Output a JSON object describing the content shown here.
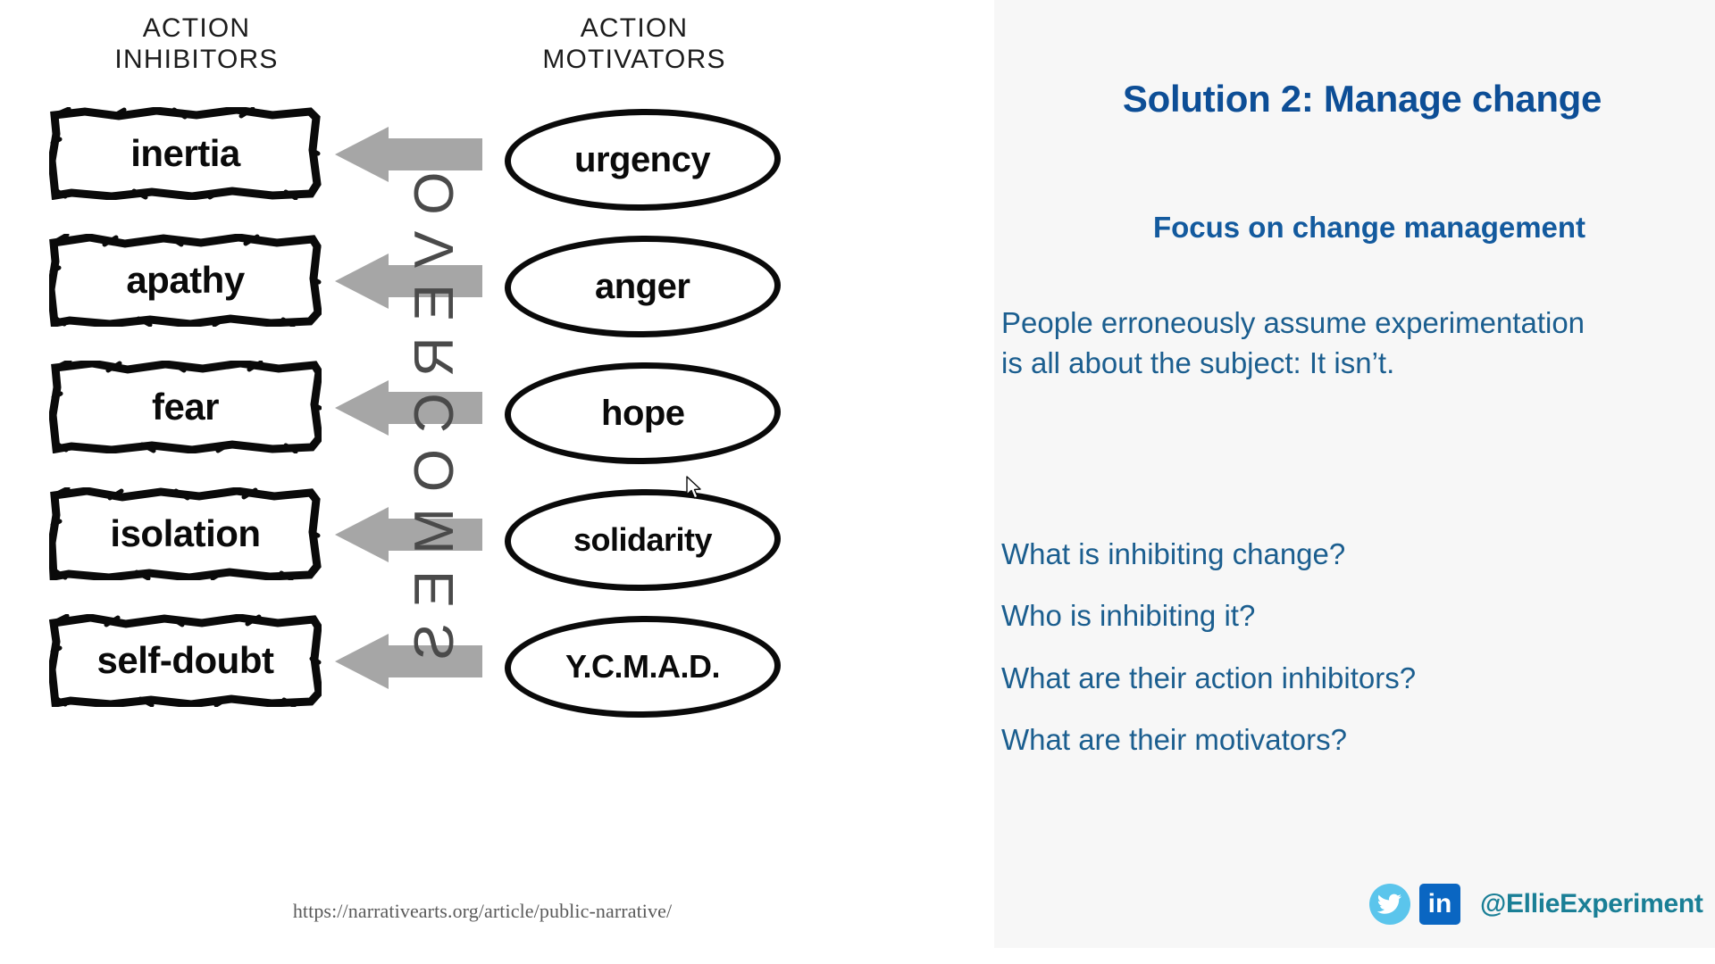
{
  "diagram": {
    "column_headers": {
      "inhibitors": "ACTION\nINHIBITORS",
      "motivators": "ACTION\nMOTIVATORS"
    },
    "connector_label": "OVERCOMES",
    "rows": [
      {
        "inhibitor": "inertia",
        "motivator": "urgency"
      },
      {
        "inhibitor": "apathy",
        "motivator": "anger"
      },
      {
        "inhibitor": "fear",
        "motivator": "hope"
      },
      {
        "inhibitor": "isolation",
        "motivator": "solidarity"
      },
      {
        "inhibitor": "self-doubt",
        "motivator": "Y.C.M.A.D."
      }
    ],
    "citation": "https://narrativearts.org/article/public-narrative/"
  },
  "panel": {
    "title": "Solution 2: Manage change",
    "subtitle": "Focus on change management",
    "paragraph": "People erroneously assume experimentation is all about the subject: It isn’t.",
    "questions": [
      "What is inhibiting change?",
      "Who is inhibiting it?",
      "What are their action inhibitors?",
      "What are their motivators?"
    ],
    "social": {
      "twitter_icon": "twitter-bird-icon",
      "linkedin_icon": "in",
      "handle": "@EllieExperiment"
    }
  },
  "colors": {
    "title_blue": "#0d4e96",
    "subtitle_blue": "#135a9e",
    "body_blue": "#1b5e8f",
    "panel_background": "#f7f7f7",
    "arrow_gray": "#a6a6a6",
    "diagram_black": "#0a0a0a",
    "twitter_blue": "#5bc5ec",
    "linkedin_blue": "#0a66c2",
    "handle_teal": "#1a7f96",
    "citation_gray": "#5a5a5a"
  }
}
